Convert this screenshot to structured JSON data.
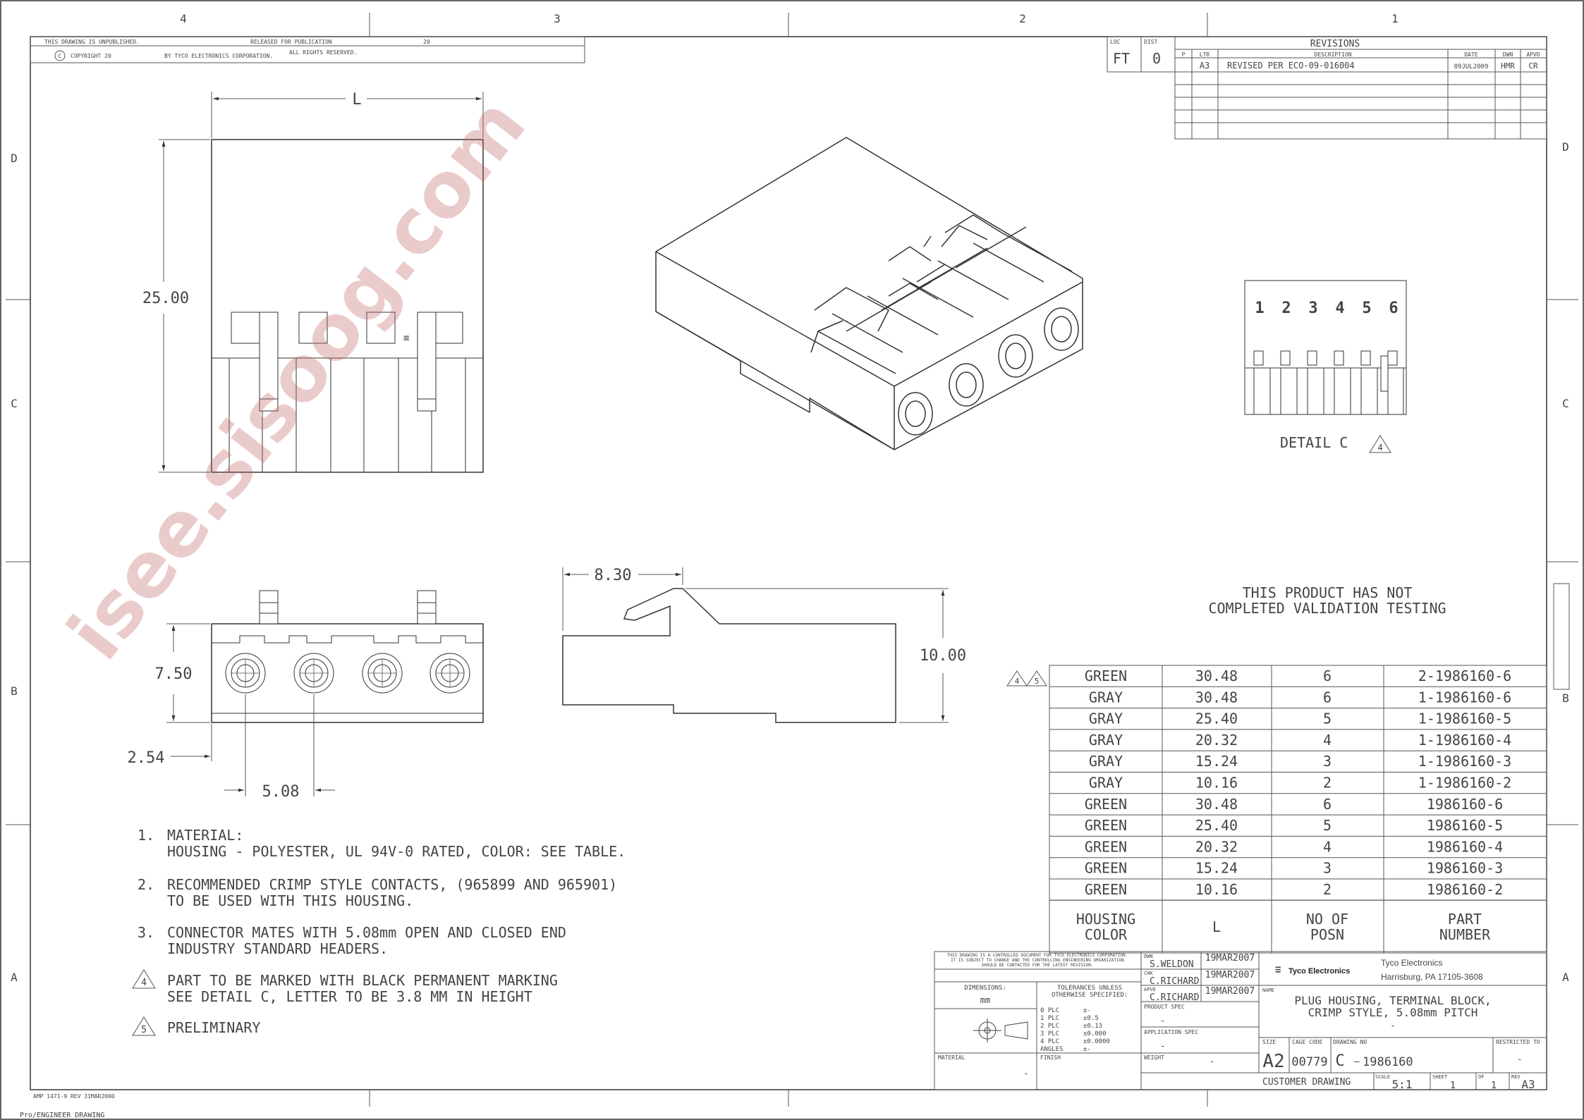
{
  "frame": {
    "zones_top": [
      "4",
      "3",
      "2",
      "1"
    ],
    "zones_side": [
      "D",
      "C",
      "B",
      "A"
    ],
    "unpublished_note": "THIS DRAWING IS UNPUBLISHED.",
    "released_note": "RELEASED FOR PUBLICATION",
    "released_year": "20",
    "copyright": "COPYRIGHT 20",
    "copyright_by": "BY TYCO ELECTRONICS CORPORATION.",
    "rights": "ALL RIGHTS RESERVED.",
    "form_no": "AMP 1471-9 REV 31MAR2000",
    "cad_note": "Pro/ENGINEER DRAWING"
  },
  "watermark": "isee.sisoog.com",
  "loc_dist": {
    "loc_label": "LOC",
    "loc_value": "FT",
    "dist_label": "DIST",
    "dist_value": "0"
  },
  "revisions": {
    "title": "REVISIONS",
    "headers": [
      "P",
      "LTR",
      "DESCRIPTION",
      "DATE",
      "DWN",
      "APVD"
    ],
    "rows": [
      {
        "ltr": "A3",
        "description": "REVISED PER ECO-09-016004",
        "date": "09JUL2009",
        "dwn": "HMR",
        "apvd": "CR"
      }
    ]
  },
  "dimensions": {
    "top_width": "L",
    "top_height": "25.00",
    "front_height": "7.50",
    "front_offset": "2.54",
    "front_pitch": "5.08",
    "side_offset": "8.30",
    "side_height": "10.00"
  },
  "detail": {
    "positions": [
      "1",
      "2",
      "3",
      "4",
      "5",
      "6"
    ],
    "label": "DETAIL C",
    "flag": "4"
  },
  "validation_note": [
    "THIS PRODUCT HAS NOT",
    "COMPLETED VALIDATION TESTING"
  ],
  "part_table": {
    "flags": [
      "4",
      "5"
    ],
    "rows": [
      {
        "color": "GREEN",
        "l": "30.48",
        "posn": "6",
        "part": "2-1986160-6"
      },
      {
        "color": "GRAY",
        "l": "30.48",
        "posn": "6",
        "part": "1-1986160-6"
      },
      {
        "color": "GRAY",
        "l": "25.40",
        "posn": "5",
        "part": "1-1986160-5"
      },
      {
        "color": "GRAY",
        "l": "20.32",
        "posn": "4",
        "part": "1-1986160-4"
      },
      {
        "color": "GRAY",
        "l": "15.24",
        "posn": "3",
        "part": "1-1986160-3"
      },
      {
        "color": "GRAY",
        "l": "10.16",
        "posn": "2",
        "part": "1-1986160-2"
      },
      {
        "color": "GREEN",
        "l": "30.48",
        "posn": "6",
        "part": "1986160-6"
      },
      {
        "color": "GREEN",
        "l": "25.40",
        "posn": "5",
        "part": "1986160-5"
      },
      {
        "color": "GREEN",
        "l": "20.32",
        "posn": "4",
        "part": "1986160-4"
      },
      {
        "color": "GREEN",
        "l": "15.24",
        "posn": "3",
        "part": "1986160-3"
      },
      {
        "color": "GREEN",
        "l": "10.16",
        "posn": "2",
        "part": "1986160-2"
      }
    ],
    "header": {
      "color": [
        "HOUSING",
        "COLOR"
      ],
      "l": "L",
      "posn": [
        "NO OF",
        "POSN"
      ],
      "part": [
        "PART",
        "NUMBER"
      ]
    }
  },
  "notes": [
    {
      "num": "1.",
      "flag": "",
      "lines": [
        "MATERIAL:",
        "HOUSING - POLYESTER, UL 94V-0 RATED, COLOR: SEE TABLE."
      ]
    },
    {
      "num": "2.",
      "flag": "",
      "lines": [
        "RECOMMENDED CRIMP STYLE CONTACTS, (965899 AND 965901)",
        " TO BE USED WITH THIS HOUSING."
      ]
    },
    {
      "num": "3.",
      "flag": "",
      "lines": [
        "CONNECTOR MATES WITH 5.08mm OPEN AND CLOSED END",
        " INDUSTRY STANDARD HEADERS."
      ]
    },
    {
      "num": "",
      "flag": "4",
      "lines": [
        "PART TO BE MARKED WITH BLACK PERMANENT MARKING",
        "SEE DETAIL C, LETTER TO BE 3.8 MM IN HEIGHT"
      ]
    },
    {
      "num": "",
      "flag": "5",
      "lines": [
        "PRELIMINARY"
      ]
    }
  ],
  "title_block": {
    "control_note": [
      "THIS DRAWING IS A CONTROLLED DOCUMENT FOR TYCO ELECTRONICS CORPORATION.",
      "IT IS SUBJECT TO CHANGE AND THE CONTROLLING ENGINEERING ORGANIZATION",
      "SHOULD BE CONTACTED FOR THE LATEST REVISION."
    ],
    "dimensions_label": "DIMENSIONS:",
    "units": "mm",
    "tolerances_label": [
      "TOLERANCES UNLESS",
      "OTHERWISE SPECIFIED:"
    ],
    "tolerances": [
      {
        "plc": "0 PLC",
        "val": "±-"
      },
      {
        "plc": "1 PLC",
        "val": "±0.5"
      },
      {
        "plc": "2 PLC",
        "val": "±0.13"
      },
      {
        "plc": "3 PLC",
        "val": "±0.000"
      },
      {
        "plc": "4 PLC",
        "val": "±0.0000"
      },
      {
        "plc": "ANGLES",
        "val": "±-"
      }
    ],
    "material_label": "MATERIAL",
    "material_value": "-",
    "finish_label": "FINISH",
    "dwn_label": "DWN",
    "dwn_name": "S.WELDON",
    "dwn_date": "19MAR2007",
    "chk_label": "CHK",
    "chk_name": "C.RICHARD",
    "chk_date": "19MAR2007",
    "apvd_label": "APVD",
    "apvd_name": "C.RICHARD",
    "apvd_date": "19MAR2007",
    "product_spec_label": "PRODUCT SPEC",
    "product_spec_value": "-",
    "application_spec_label": "APPLICATION SPEC",
    "application_spec_value": "-",
    "weight_label": "WEIGHT",
    "weight_value": "-",
    "company_logo": "Tyco Electronics",
    "company_name": "Tyco Electronics",
    "company_address": "Harrisburg, PA 17105-3608",
    "name_label": "NAME",
    "name_lines": [
      "PLUG HOUSING, TERMINAL BLOCK,",
      "CRIMP STYLE, 5.08mm PITCH",
      "-"
    ],
    "size_label": "SIZE",
    "size_value": "A2",
    "cage_label": "CAGE CODE",
    "cage_value": "00779",
    "dwg_label": "DRAWING NO",
    "dwg_prefix": "C",
    "dwg_value": "1986160",
    "restricted_label": "RESTRICTED TO",
    "restricted_value": "-",
    "customer_drawing": "CUSTOMER DRAWING",
    "scale_label": "SCALE",
    "scale_value": "5:1",
    "sheet_label": "SHEET",
    "sheet_value": "1",
    "of_label": "OF",
    "of_value": "1",
    "rev_label": "REV",
    "rev_value": "A3"
  }
}
